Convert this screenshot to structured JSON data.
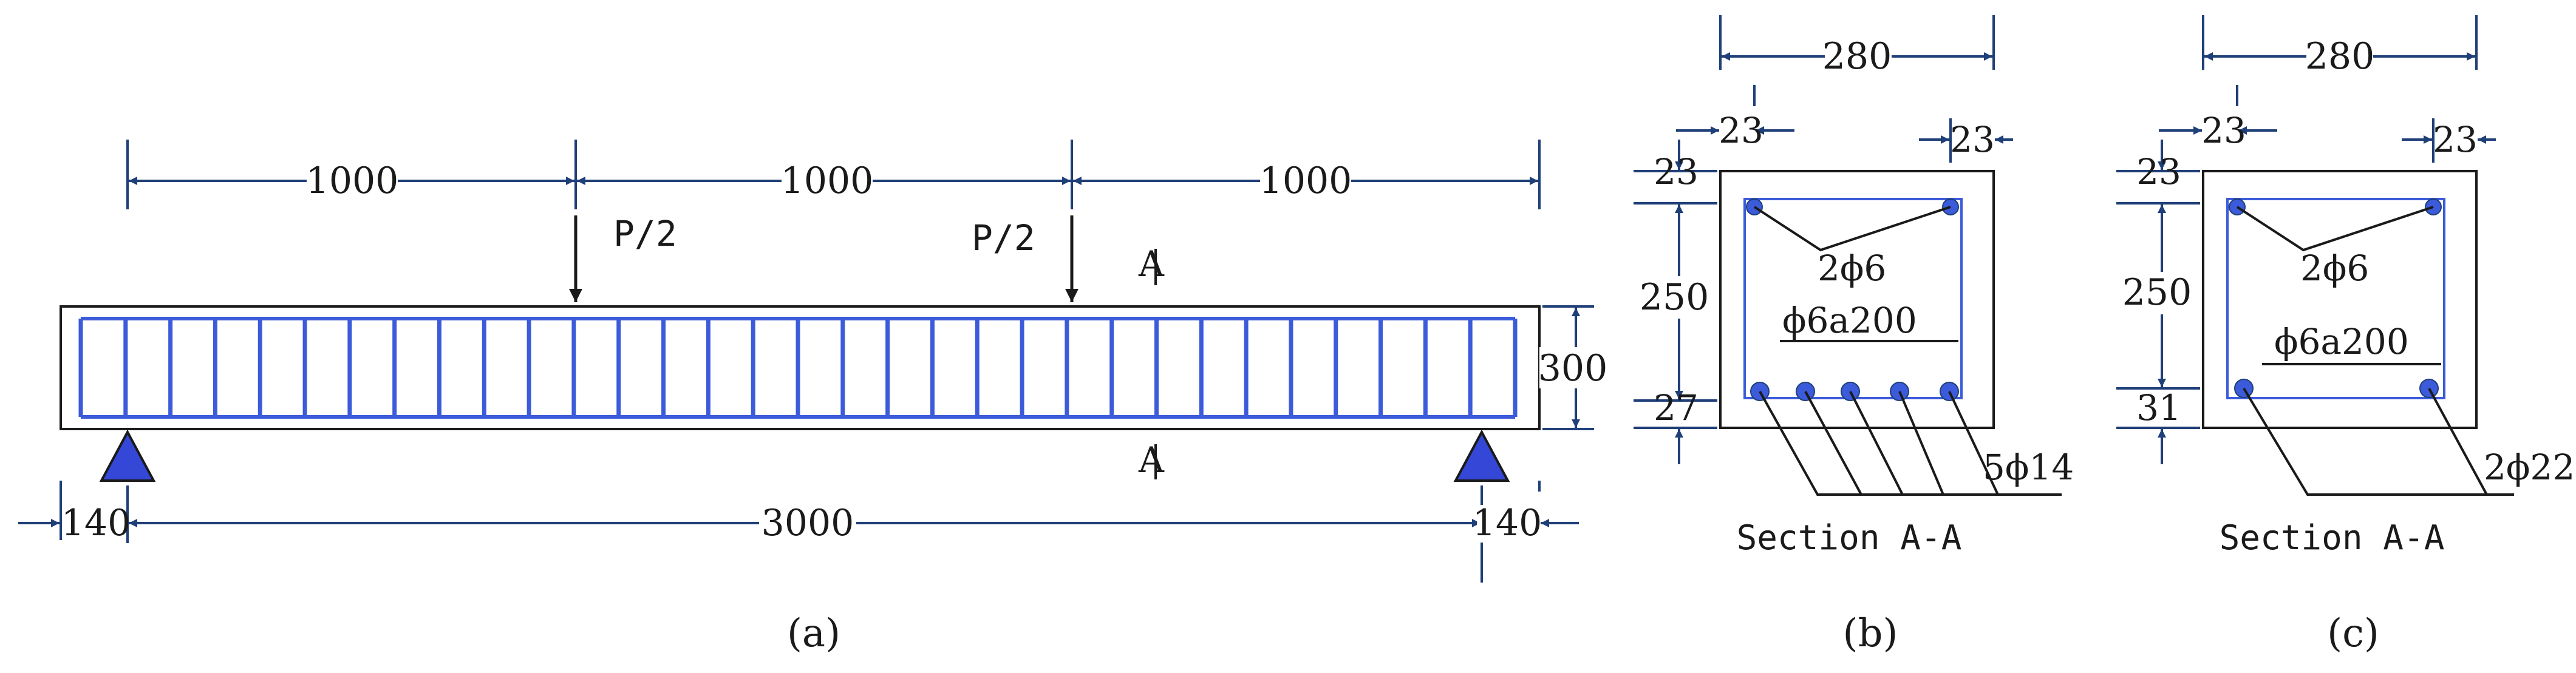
{
  "beam": {
    "dim_1": "1000",
    "dim_2": "1000",
    "dim_3": "1000",
    "load_left": "P/2",
    "load_right": "P/2",
    "section_mark_top": "A",
    "section_mark_bottom": "A",
    "height_dim": "300",
    "overhang_left": "140",
    "span": "3000",
    "overhang_right": "140",
    "caption": "(a)"
  },
  "section_b": {
    "width_dim": "280",
    "cover_left": "23",
    "cover_right": "23",
    "cover_top": "23",
    "depth_dim": "250",
    "cover_bottom": "27",
    "top_bars": "2ϕ6",
    "stirrups": "ϕ6a200",
    "bottom_bars": "5ϕ14",
    "title": "Section A-A",
    "caption": "(b)"
  },
  "section_c": {
    "width_dim": "280",
    "cover_left": "23",
    "cover_right": "23",
    "cover_top": "23",
    "depth_dim": "250",
    "cover_bottom": "31",
    "top_bars": "2ϕ6",
    "stirrups": "ϕ6a200",
    "bottom_bars": "2ϕ22",
    "title": "Section A-A",
    "caption": "(c)"
  },
  "colors": {
    "outline": "#1a1a1a",
    "rebar": "#3b5bdb",
    "dimension": "#1f3f78",
    "support": "#3547d6"
  }
}
